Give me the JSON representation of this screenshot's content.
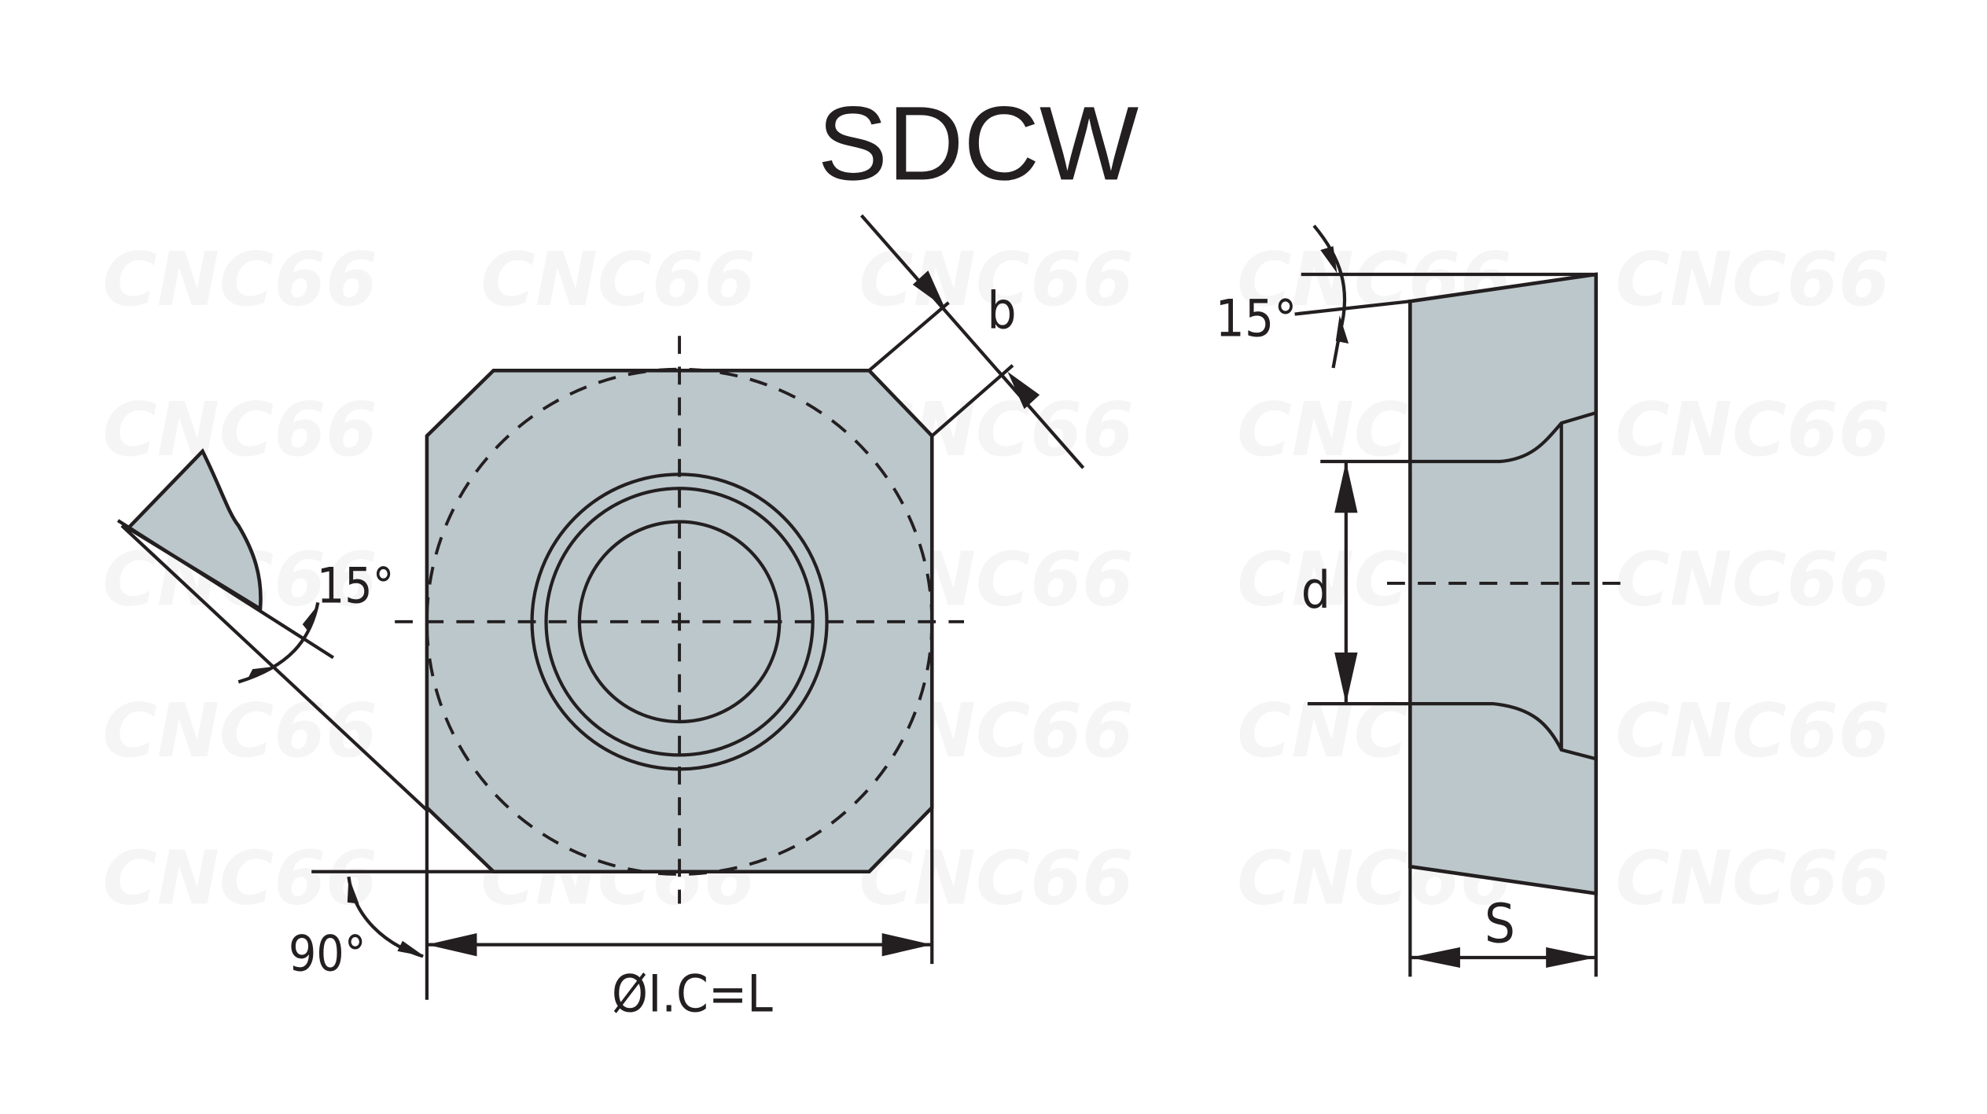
{
  "title": "SDCW",
  "watermark": "CNC66",
  "labels": {
    "chamfer_width": "b",
    "clearance_angle_top": "15°",
    "clearance_angle_side": "15°",
    "corner_angle": "90°",
    "inscribed_circle": "ØI.C=L",
    "hole_diameter": "d",
    "thickness": "S"
  },
  "colors": {
    "body_fill": "#bcc7cb",
    "line": "#231f20"
  }
}
